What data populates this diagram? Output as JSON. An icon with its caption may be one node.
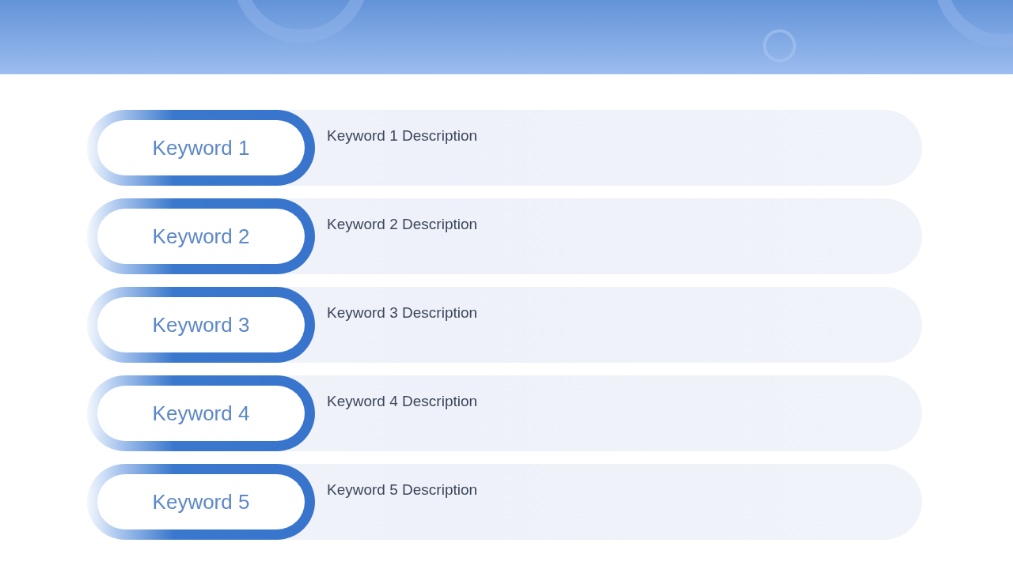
{
  "diagram": {
    "nodes": [
      {
        "text": [
          "Keyword 1 Description"
        ]
      },
      {
        "text": [
          "Keyword 1"
        ],
        "in": 0
      },
      {
        "text": [
          "Keyword 2 Description"
        ]
      },
      {
        "text": [
          "Keyword 2"
        ],
        "in": 2
      },
      {
        "text": [
          "Keyword 3 Description"
        ]
      },
      {
        "text": [
          "Keyword 3"
        ],
        "in": 4
      },
      {
        "text": [
          "Keyword 4 Description"
        ]
      },
      {
        "text": [
          "Keyword 4"
        ],
        "in": 6
      },
      {
        "text": [
          "Keyword 5 Description"
        ]
      },
      {
        "text": [
          "Keyword 5"
        ],
        "in": 8
      }
    ]
  }
}
